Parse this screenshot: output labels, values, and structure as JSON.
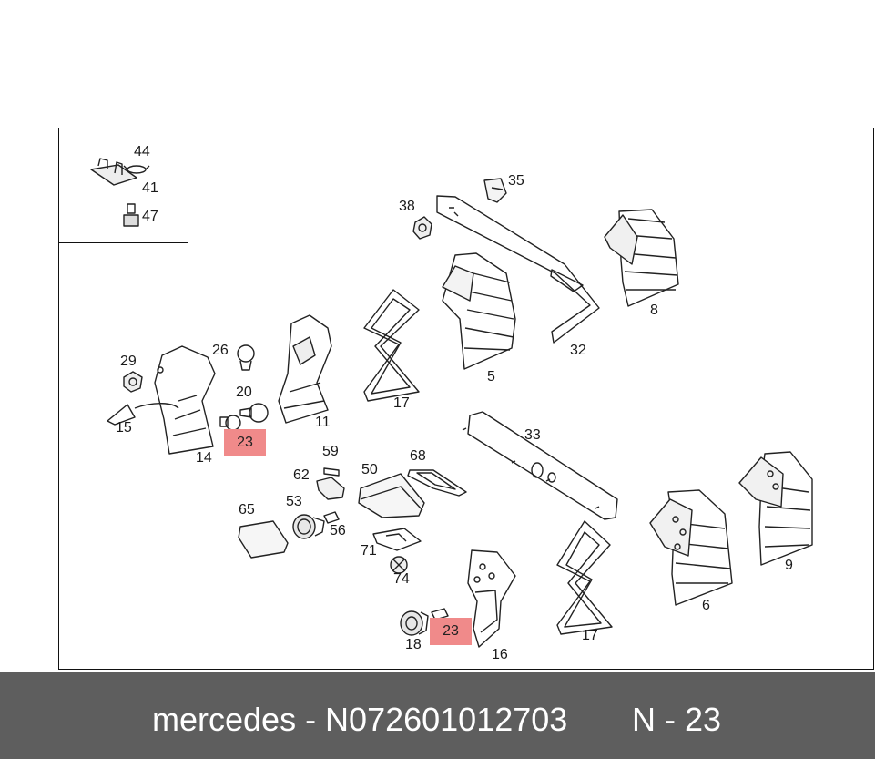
{
  "inset_labels": [
    "44",
    "41",
    "47"
  ],
  "part_labels": {
    "p35": "35",
    "p38": "38",
    "p8": "8",
    "p32": "32",
    "p5": "5",
    "p29": "29",
    "p26": "26",
    "p20": "20",
    "p15": "15",
    "p14": "14",
    "p11": "11",
    "p17a": "17",
    "p33": "33",
    "p59": "59",
    "p62": "62",
    "p50": "50",
    "p68": "68",
    "p65": "65",
    "p53": "53",
    "p56": "56",
    "p71": "71",
    "p74": "74",
    "p18": "18",
    "p16": "16",
    "p17b": "17",
    "p6": "6",
    "p9": "9"
  },
  "highlighted_labels": {
    "h1": "23",
    "h2": "23"
  },
  "highlight_color": "#f08a8a",
  "footer": {
    "part_code": "mercedes - N072601012703",
    "reference": "N - 23",
    "background": "#5e5e5e"
  }
}
